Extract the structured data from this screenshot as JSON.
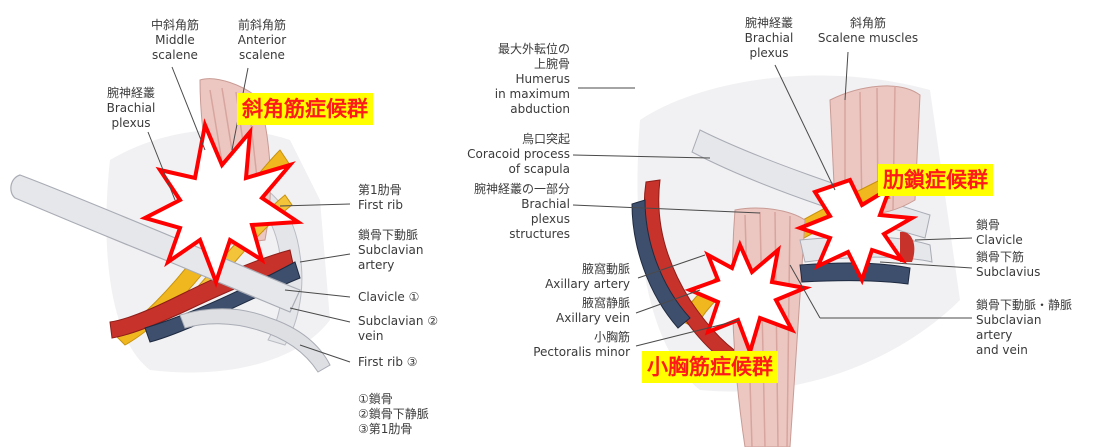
{
  "left_panel": {
    "middle_scalene": {
      "jp": "中斜角筋",
      "en1": "Middle",
      "en2": "scalene"
    },
    "anterior_scalene": {
      "jp": "前斜角筋",
      "en1": "Anterior",
      "en2": "scalene"
    },
    "brachial_plexus": {
      "jp": "腕神経叢",
      "en1": "Brachial",
      "en2": "plexus"
    },
    "syndrome": "斜角筋症候群",
    "first_rib": {
      "jp": "第1肋骨",
      "en": "First rib"
    },
    "subclavian_artery": {
      "jp": "鎖骨下動脈",
      "en1": "Subclavian",
      "en2": "artery"
    },
    "clavicle": "Clavicle ①",
    "subclavian_vein": {
      "en1": "Subclavian ②",
      "en2": "vein"
    },
    "first_rib_3": "First rib ③",
    "notes": [
      "①鎖骨",
      "②鎖骨下静脈",
      "③第1肋骨"
    ]
  },
  "right_panel": {
    "humerus": {
      "jp1": "最大外転位の",
      "jp2": "上腕骨",
      "en1": "Humerus",
      "en2": "in maximum",
      "en3": "abduction"
    },
    "coracoid": {
      "jp": "烏口突起",
      "en1": "Coracoid process",
      "en2": "of scapula"
    },
    "plexus_part": {
      "jp": "腕神経叢の一部分",
      "en1": "Brachial",
      "en2": "plexus",
      "en3": "structures"
    },
    "axillary_artery": {
      "jp": "腋窩動脈",
      "en": "Axillary artery"
    },
    "axillary_vein": {
      "jp": "腋窩静脈",
      "en": "Axillary vein"
    },
    "pectoralis_minor": {
      "jp": "小胸筋",
      "en": "Pectoralis minor"
    },
    "brachial_plexus": {
      "jp": "腕神経叢",
      "en1": "Brachial",
      "en2": "plexus"
    },
    "scalene_muscles": {
      "jp": "斜角筋",
      "en": "Scalene muscles"
    },
    "syndrome_costo": "肋鎖症候群",
    "syndrome_pec": "小胸筋症候群",
    "clavicle": {
      "jp": "鎖骨",
      "en": "Clavicle"
    },
    "subclavius": {
      "jp": "鎖骨下筋",
      "en": "Subclavius"
    },
    "subclavian_av": {
      "jp": "鎖骨下動脈・静脈",
      "en1": "Subclavian",
      "en2": "artery",
      "en3": "and vein"
    }
  },
  "colors": {
    "bone": "#e6e7ea",
    "muscle": "#e9c3bd",
    "artery": "#c7322b",
    "vein": "#3e4f6e",
    "nerve": "#f0b81e",
    "burst_stroke": "#ff0000",
    "callout_bg": "#ffff00",
    "callout_text": "#ff1a1a",
    "leader": "#4a4a4a"
  }
}
